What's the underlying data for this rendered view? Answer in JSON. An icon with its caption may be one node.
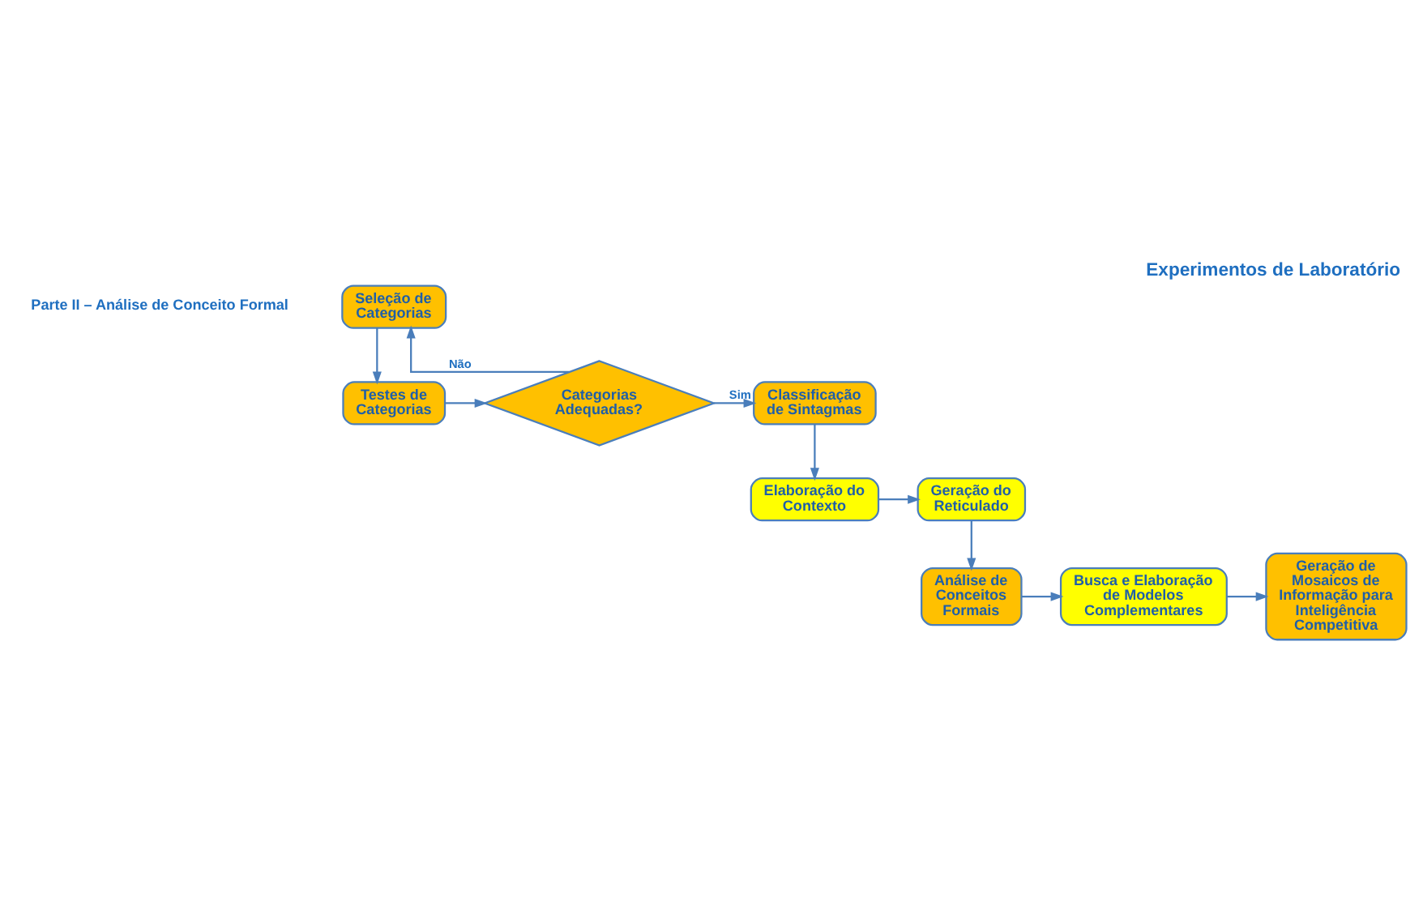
{
  "diagram": {
    "title": "Experimentos de Laboratório",
    "nodes": [
      {
        "text": [
          "Seleção de Categorias"
        ]
      },
      {
        "text": [
          "Testes de Categorias"
        ]
      },
      {
        "text": [
          "Categorias Adequadas?"
        ]
      },
      {
        "text": [
          "Classificação de Sintagmas"
        ]
      },
      {
        "text": [
          "Elaboração do Contexto"
        ]
      },
      {
        "text": [
          "Geração do Reticulado"
        ]
      },
      {
        "text": [
          "Análise de Conceitos Formais"
        ]
      },
      {
        "text": [
          "Busca e Elaboração de Modelos Complementares"
        ]
      },
      {
        "text": [
          "Geração de Mosaicos de Informação para Inteligência Competitiva"
        ]
      }
    ],
    "edges": [
      {
        "from": 0,
        "to": 1,
        "arrow": "to"
      },
      {
        "from": 1,
        "to": 2,
        "arrow": "to"
      },
      {
        "from": 2,
        "to": 0,
        "arrow": "to",
        "label": "Não"
      },
      {
        "from": 2,
        "to": 3,
        "arrow": "to",
        "label": "Sim"
      },
      {
        "from": 3,
        "to": 4,
        "arrow": "to"
      },
      {
        "from": 4,
        "to": 5,
        "arrow": "to"
      },
      {
        "from": 5,
        "to": 6,
        "arrow": "to"
      },
      {
        "from": 6,
        "to": 7,
        "arrow": "to"
      },
      {
        "from": 7,
        "to": 8,
        "arrow": "to"
      }
    ],
    "labels": [
      "Parte II – Análise de Conceito Formal"
    ]
  }
}
